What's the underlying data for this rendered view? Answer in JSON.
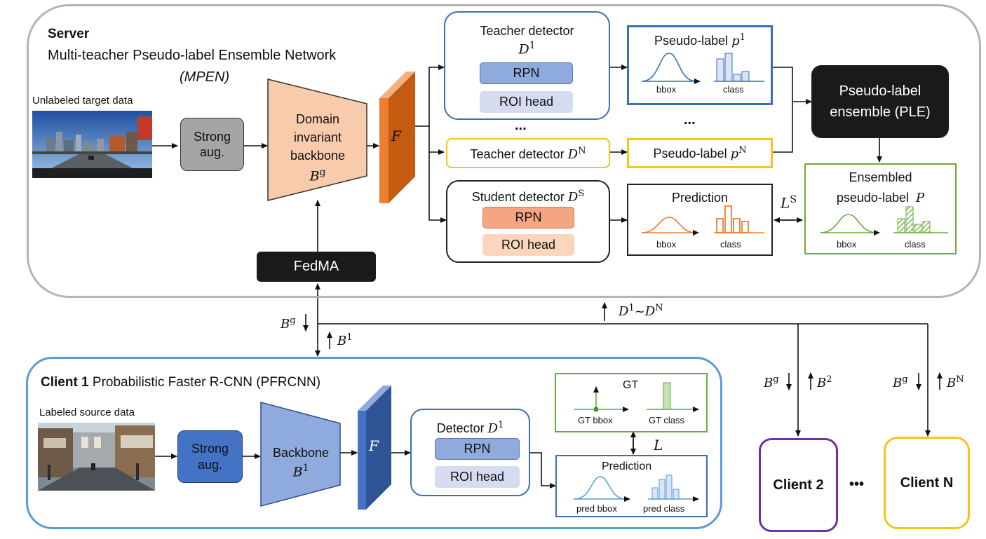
{
  "server": {
    "title": "Server",
    "subtitle_line1": "Multi-teacher Pseudo-label Ensemble Network",
    "subtitle_line2": "(MPEN)",
    "unlabeled_caption": "Unlabeled target data",
    "strong_aug": "Strong\naug.",
    "backbone_line1": "Domain",
    "backbone_line2": "invariant",
    "backbone_line3": "backbone",
    "backbone_symbol": "B",
    "backbone_sup": "g",
    "feature_symbol": "F",
    "fedma": "FedMA",
    "teacher1_title": "Teacher detector",
    "teacher1_symbol": "D",
    "teacher1_sup": "1",
    "rpn": "RPN",
    "roi_head": "ROI head",
    "dots": "...",
    "teacherN_title": "Teacher detector",
    "teacherN_symbol": "D",
    "teacherN_sup": "N",
    "student_title": "Student detector",
    "student_symbol": "D",
    "student_sup": "S",
    "pseudo1_title": "Pseudo-label",
    "pseudo1_symbol": "p",
    "pseudo1_sup": "1",
    "pseudoN_title": "Pseudo-label",
    "pseudoN_symbol": "p",
    "pseudoN_sup": "N",
    "bbox": "bbox",
    "class": "class",
    "prediction_title": "Prediction",
    "loss_symbol": "L",
    "loss_sup": "S",
    "ple_line1": "Pseudo-label",
    "ple_line2": "ensemble (PLE)",
    "ensembled_line1": "Ensembled",
    "ensembled_line2": "pseudo-label",
    "ensembled_symbol": "P"
  },
  "links": {
    "bg_down": "B",
    "bg_sup": "g",
    "b1_up": "B",
    "b1_sup": "1",
    "d_range": "D",
    "d_range_sup1": "1",
    "d_tilde": "~",
    "d_range2": "D",
    "d_range_sup2": "N",
    "b2": "B",
    "b2_sup": "2",
    "bN": "B",
    "bN_sup": "N"
  },
  "client1": {
    "title": "Client 1",
    "subtitle": "Probabilistic Faster R-CNN (PFRCNN)",
    "labeled_caption": "Labeled source data",
    "strong_aug": "Strong\naug.",
    "backbone": "Backbone",
    "backbone_symbol": "B",
    "backbone_sup": "1",
    "feature_symbol": "F",
    "detector_title": "Detector",
    "detector_symbol": "D",
    "detector_sup": "1",
    "rpn": "RPN",
    "roi_head": "ROI head",
    "gt_title": "GT",
    "gt_bbox": "GT bbox",
    "gt_class": "GT class",
    "loss_symbol": "L",
    "prediction_title": "Prediction",
    "pred_bbox": "pred bbox",
    "pred_class": "pred class"
  },
  "client2": {
    "label": "Client 2"
  },
  "clientN": {
    "label": "Client N"
  },
  "between_dots": "•••",
  "colors": {
    "server_border": "#b4b4b4",
    "client_border": "#5b9bd5",
    "teacher_border": "#3a6eb5",
    "teacherN_border": "#f5c518",
    "ensemble_border": "#6aaa3a",
    "orange": "#ed7d31",
    "peach": "#f8cbad",
    "dark": "#1a1a1a",
    "client2_border": "#7030a0",
    "clientN_border": "#f5c518"
  }
}
